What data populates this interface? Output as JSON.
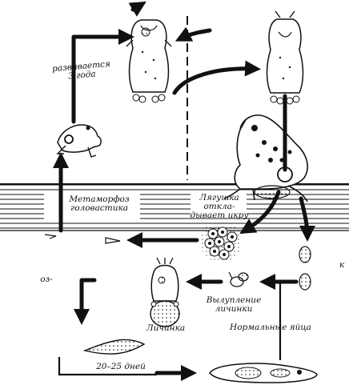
{
  "labels": {
    "develops": "развивается\n3 года",
    "metamorphosis": "Метаморфоз\nголовастика",
    "frog_spawns": "Лягушка откла-\nдывает икру",
    "hatching": "Вылупление\nличинки",
    "larva": "Личинка",
    "normal_eggs": "Нормальные яйца",
    "days": "20–25 дней",
    "stray_left": "оз-",
    "stray_right": "к"
  },
  "colors": {
    "ink": "#111111",
    "paper": "#ffffff",
    "water": "#1a1a1a"
  }
}
